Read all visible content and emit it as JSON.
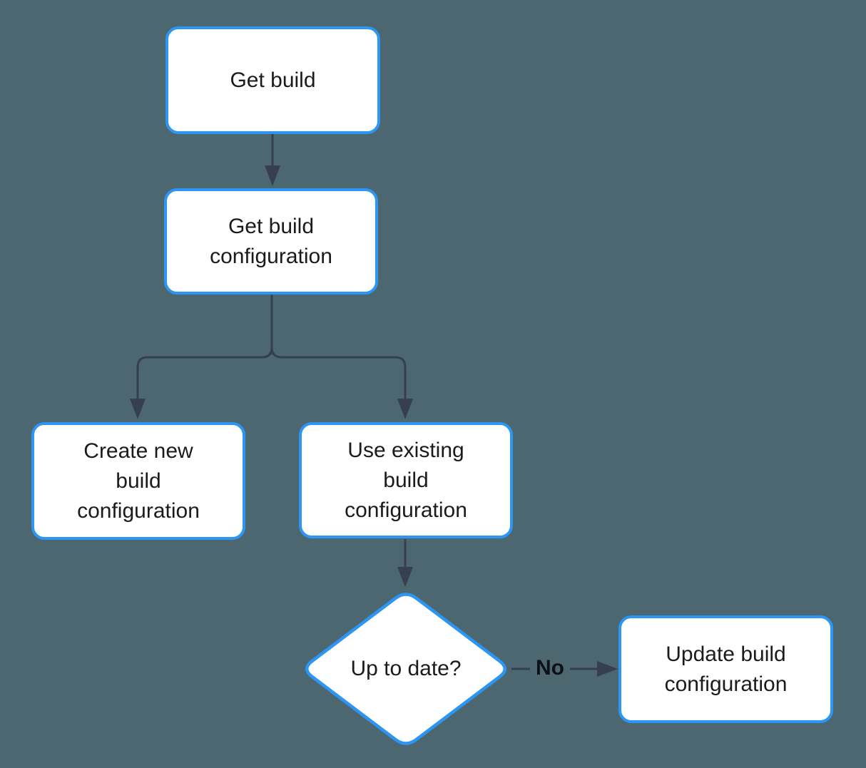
{
  "diagram": {
    "type": "flowchart",
    "background_color": "#4d6770",
    "node_fill_color": "#ffffff",
    "node_border_color": "#2b96f4",
    "node_text_color": "#1b1b1b",
    "edge_color": "#353f4d",
    "edge_label_color": "#0e1116",
    "nodes": {
      "get_build": {
        "label": "Get build",
        "shape": "rounded-rect"
      },
      "get_build_configuration": {
        "label": "Get build\nconfiguration",
        "shape": "rounded-rect"
      },
      "create_new_build_configuration": {
        "label": "Create new\nbuild\nconfiguration",
        "shape": "rounded-rect"
      },
      "use_existing_build_configuration": {
        "label": "Use existing\nbuild\nconfiguration",
        "shape": "rounded-rect"
      },
      "up_to_date": {
        "label": "Up to date?",
        "shape": "diamond"
      },
      "update_build_configuration": {
        "label": "Update build\nconfiguration",
        "shape": "rounded-rect"
      }
    },
    "edges": [
      {
        "from": "get_build",
        "to": "get_build_configuration"
      },
      {
        "from": "get_build_configuration",
        "to": "create_new_build_configuration"
      },
      {
        "from": "get_build_configuration",
        "to": "use_existing_build_configuration"
      },
      {
        "from": "use_existing_build_configuration",
        "to": "up_to_date"
      },
      {
        "from": "up_to_date",
        "to": "update_build_configuration",
        "label": "No"
      }
    ]
  }
}
